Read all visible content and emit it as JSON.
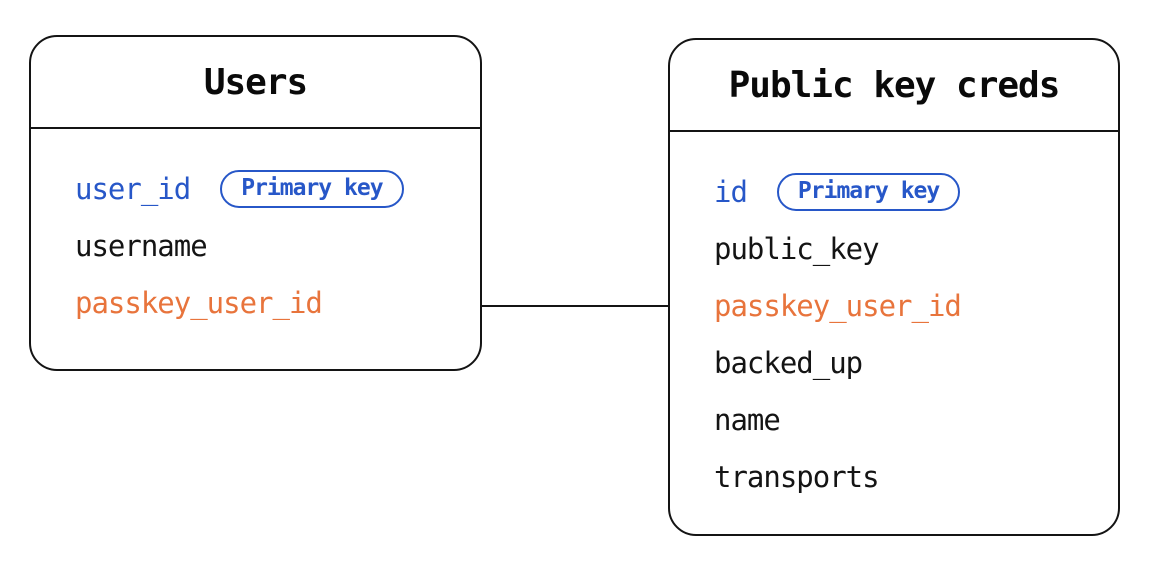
{
  "tables": [
    {
      "title": "Users",
      "fields": [
        {
          "name": "user_id",
          "badge": "Primary key",
          "role": "primary-key"
        },
        {
          "name": "username",
          "role": "column"
        },
        {
          "name": "passkey_user_id",
          "role": "foreign-key"
        }
      ]
    },
    {
      "title": "Public key creds",
      "fields": [
        {
          "name": "id",
          "badge": "Primary key",
          "role": "primary-key"
        },
        {
          "name": "public_key",
          "role": "column"
        },
        {
          "name": "passkey_user_id",
          "role": "foreign-key"
        },
        {
          "name": "backed_up",
          "role": "column"
        },
        {
          "name": "name",
          "role": "column"
        },
        {
          "name": "transports",
          "role": "column"
        }
      ]
    }
  ],
  "relationship": {
    "from": "Users.passkey_user_id",
    "to": "Public key creds.passkey_user_id"
  },
  "colors": {
    "primary-blue": "#2757c8",
    "foreign-orange": "#e8743c",
    "line-black": "#141414"
  }
}
